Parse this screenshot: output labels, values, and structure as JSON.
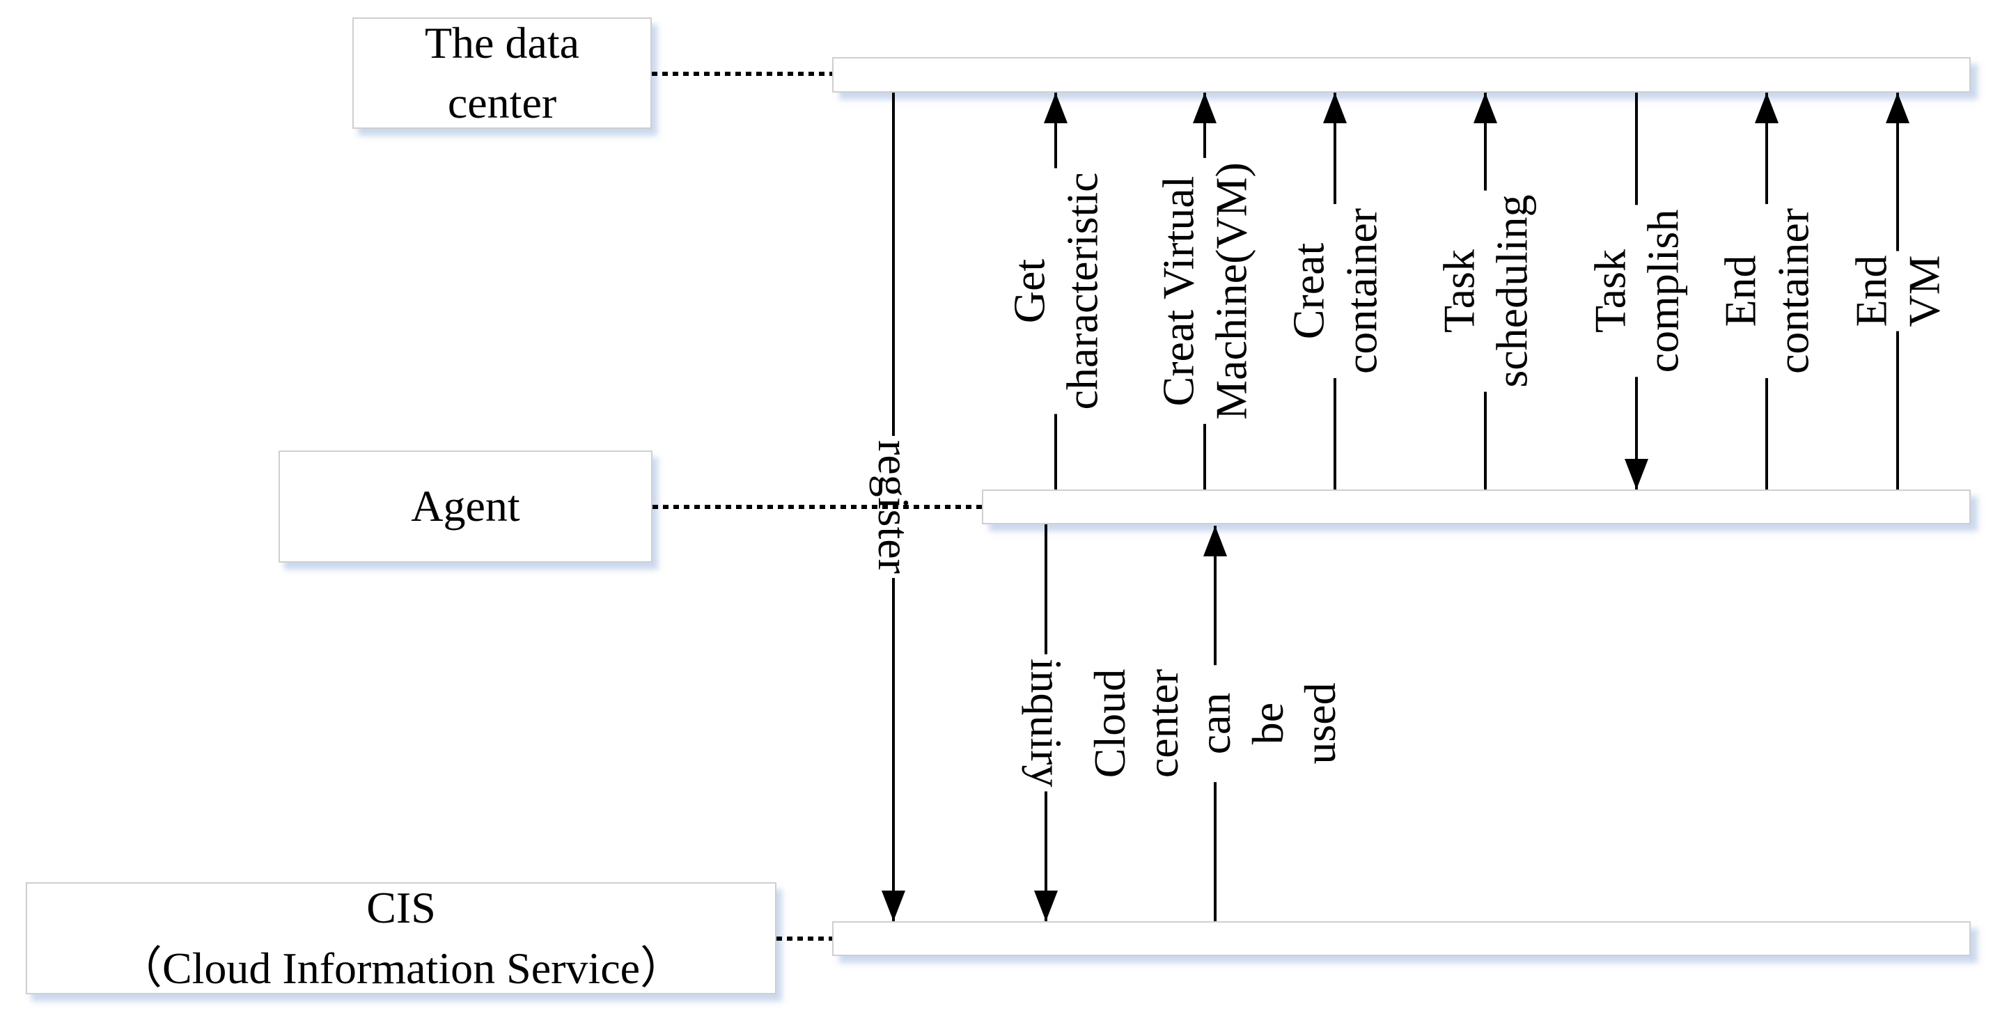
{
  "colors": {
    "line": "#000000",
    "box_fill": "#ffffff",
    "box_border": "#cfcfcf",
    "shadow": "#98b3dd",
    "background": "#ffffff"
  },
  "actors": [
    {
      "id": "data-center",
      "label": "The data\ncenter"
    },
    {
      "id": "agent",
      "label": "Agent"
    },
    {
      "id": "cis",
      "label": "CIS\n（Cloud Information Service）"
    }
  ],
  "messages": [
    {
      "label": "register",
      "from": "The data center",
      "to": "CIS",
      "direction": "down"
    },
    {
      "label": "Get characteristic",
      "from": "Agent",
      "to": "The data center",
      "direction": "up"
    },
    {
      "label": "inquiry",
      "from": "Agent",
      "to": "CIS",
      "direction": "down"
    },
    {
      "label": "Creat Virtual\nMachine(VM)",
      "from": "Agent",
      "to": "The data center",
      "direction": "up"
    },
    {
      "label": "Cloud center can\nbe used",
      "from": "CIS",
      "to": "Agent",
      "direction": "up"
    },
    {
      "label": "Creat container",
      "from": "Agent",
      "to": "The data center",
      "direction": "up"
    },
    {
      "label": "Task scheduling",
      "from": "Agent",
      "to": "The data center",
      "direction": "up"
    },
    {
      "label": "Task complish",
      "from": "The data center",
      "to": "Agent",
      "direction": "down"
    },
    {
      "label": "End container",
      "from": "Agent",
      "to": "The data center",
      "direction": "up"
    },
    {
      "label": "End VM",
      "from": "Agent",
      "to": "The data center",
      "direction": "up"
    }
  ]
}
